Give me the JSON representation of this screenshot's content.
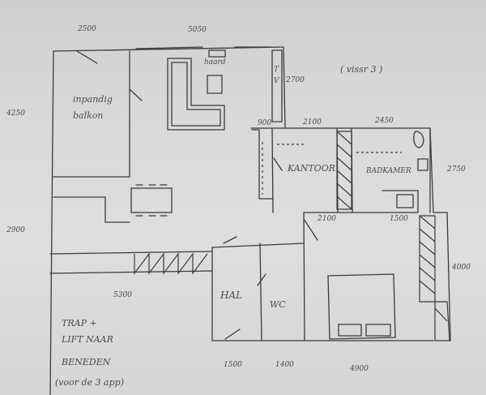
{
  "dimensions": {
    "top_left": "2500",
    "top_mid": "5050",
    "left_upper": "4250",
    "left_lower": "2900",
    "right_top": "2700",
    "mid_900": "900",
    "mid_2100_top": "2100",
    "mid_2450": "2450",
    "right_2750": "2750",
    "mid_2100_bottom": "2100",
    "mid_1500_right": "1500",
    "right_4000": "4000",
    "left_5300": "5300",
    "bottom_1500": "1500",
    "bottom_1400": "1400",
    "bottom_4900": "4900"
  },
  "rooms": {
    "balkon_line1": "inpandig",
    "balkon_line2": "balkon",
    "haard": "haard",
    "kantoor": "KANTOOR",
    "badkamer": "BADKAMER",
    "hal": "HAL",
    "wc": "WC",
    "tv_t": "T",
    "tv_v": "V"
  },
  "notes": {
    "vissr": "( vissr 3 )",
    "trap_line1": "TRAP +",
    "trap_line2": "LIFT NAAR",
    "trap_line3": "BENEDEN",
    "trap_line4": "(voor de 3 app)"
  }
}
